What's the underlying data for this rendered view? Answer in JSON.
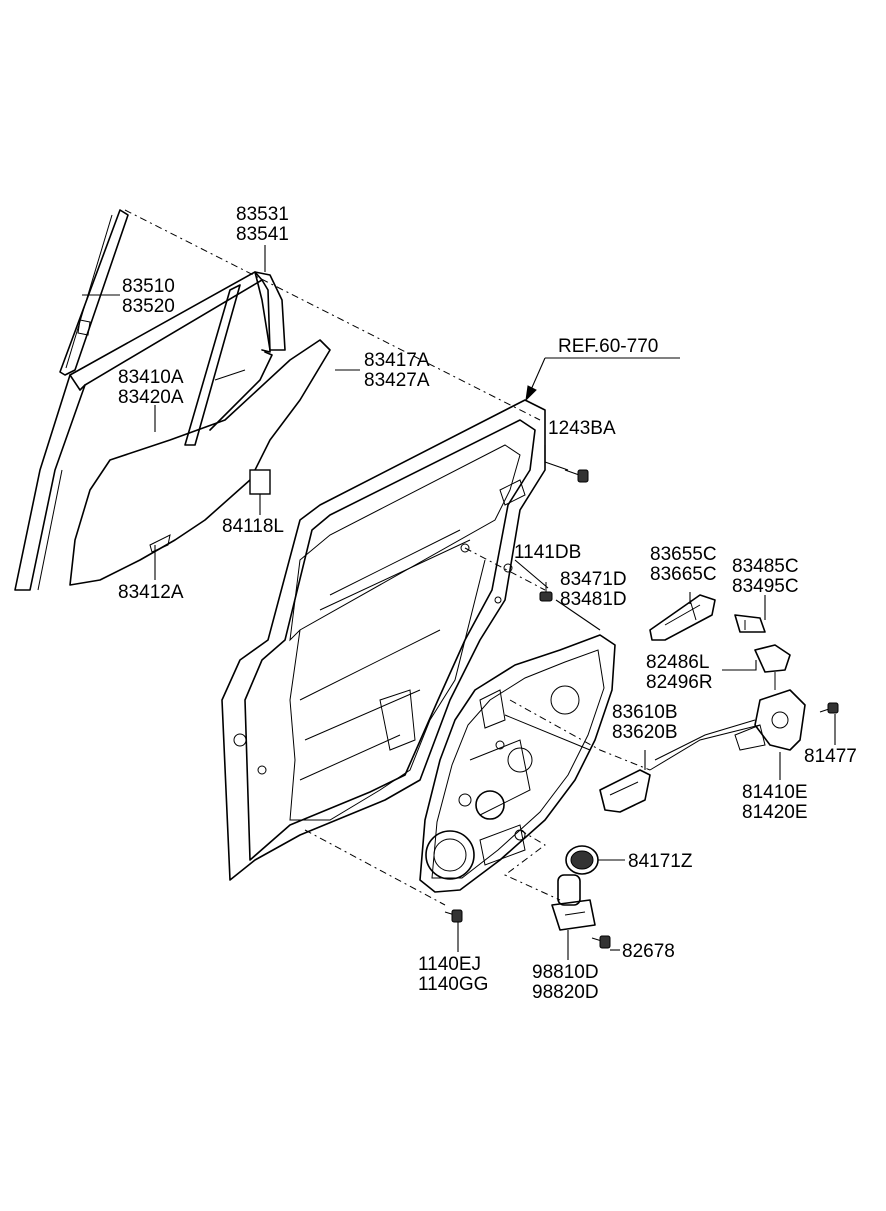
{
  "ref_label": "REF.60-770",
  "labels": {
    "l83531": "83531",
    "l83541": "83541",
    "l83510": "83510",
    "l83520": "83520",
    "l83410A": "83410A",
    "l83420A": "83420A",
    "l83417A": "83417A",
    "l83427A": "83427A",
    "l84118L": "84118L",
    "l83412A": "83412A",
    "l1243BA": "1243BA",
    "l1141DB": "1141DB",
    "l83471D": "83471D",
    "l83481D": "83481D",
    "l83655C": "83655C",
    "l83665C": "83665C",
    "l83485C": "83485C",
    "l83495C": "83495C",
    "l82486L": "82486L",
    "l82496R": "82496R",
    "l83610B": "83610B",
    "l83620B": "83620B",
    "l81477": "81477",
    "l81410E": "81410E",
    "l81420E": "81420E",
    "l84171Z": "84171Z",
    "l82678": "82678",
    "l1140EJ": "1140EJ",
    "l1140GG": "1140GG",
    "l98810D": "98810D",
    "l98820D": "98820D"
  }
}
